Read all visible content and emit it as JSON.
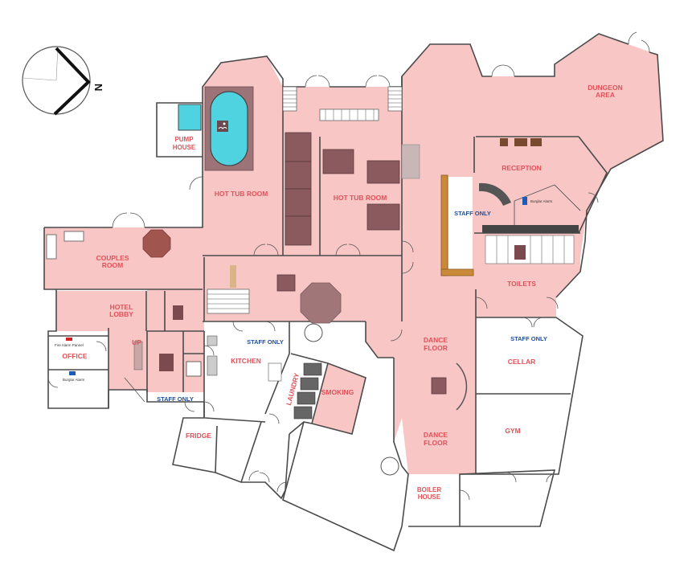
{
  "map": {
    "rooms": {
      "dungeon_area": {
        "line1": "DUNGEON",
        "line2": "AREA"
      },
      "pump_house": {
        "line1": "PUMP",
        "line2": "HOUSE"
      },
      "hot_tub_room_1": "HOT TUB ROOM",
      "hot_tub_room_2": "HOT TUB ROOM",
      "reception": "RECEPTION",
      "couples_room": {
        "line1": "COUPLES",
        "line2": "ROOM"
      },
      "hotel_lobby": {
        "line1": "HOTEL",
        "line2": "LOBBY"
      },
      "toilets": "TOILETS",
      "office": "OFFICE",
      "up": "UP",
      "kitchen": "KITCHEN",
      "laundry": "LAUNDRY",
      "smoking": "SMOKING",
      "dance_floor_1": {
        "line1": "DANCE",
        "line2": "FLOOR"
      },
      "dance_floor_2": {
        "line1": "DANCE",
        "line2": "FLOOR"
      },
      "cellar": "CELLAR",
      "gym": "GYM",
      "fridge": "FRIDGE",
      "boiler_house": {
        "line1": "BOILER",
        "line2": "HOUSE"
      }
    },
    "staff_labels": {
      "bar": "STAFF ONLY",
      "kitchen": "STAFF ONLY",
      "cellar": "STAFF ONLY",
      "lobby": "STAFF ONLY"
    },
    "small_labels": {
      "fire_alarm_panel": "Fire Alarm Pannel",
      "burglar_alarm_office": "Burglar Alarm",
      "burglar_alarm_reception": "Burglar Alarm"
    },
    "compass": {
      "north_label": "N"
    },
    "colors": {
      "room_fill": "#f9c6c6",
      "label": "#e0525a",
      "staff_label": "#1f4f9c",
      "furniture": "#8a5a5f",
      "pool": "#4fd3e0"
    }
  }
}
